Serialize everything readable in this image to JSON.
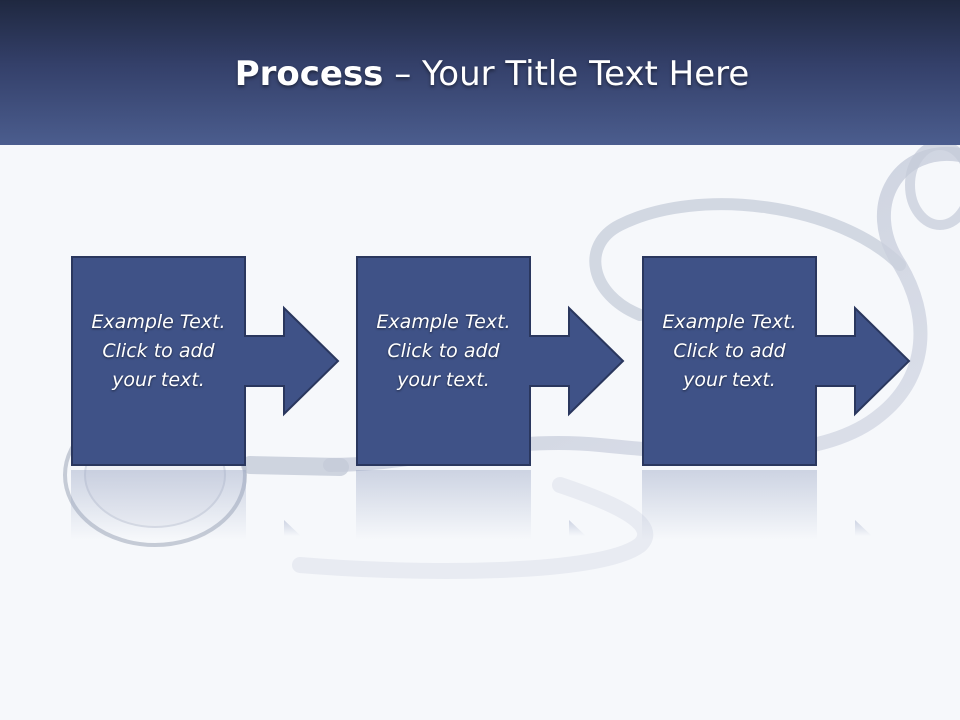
{
  "title": {
    "bold": "Process",
    "rest": " – Your Title Text Here"
  },
  "steps": [
    {
      "line1": "Example Text.",
      "line2": "Click  to add",
      "line3": "your text."
    },
    {
      "line1": "Example Text.",
      "line2": "Click  to add",
      "line3": "your text."
    },
    {
      "line1": "Example Text.",
      "line2": "Click  to add",
      "line3": "your text."
    }
  ],
  "colors": {
    "header_top": "#1f2840",
    "header_bottom": "#4b5d8e",
    "box_fill": "#3f5287",
    "box_stroke": "#2a375e",
    "background": "#f6f8fb"
  },
  "icons": {
    "background_image": "stethoscope-icon"
  }
}
